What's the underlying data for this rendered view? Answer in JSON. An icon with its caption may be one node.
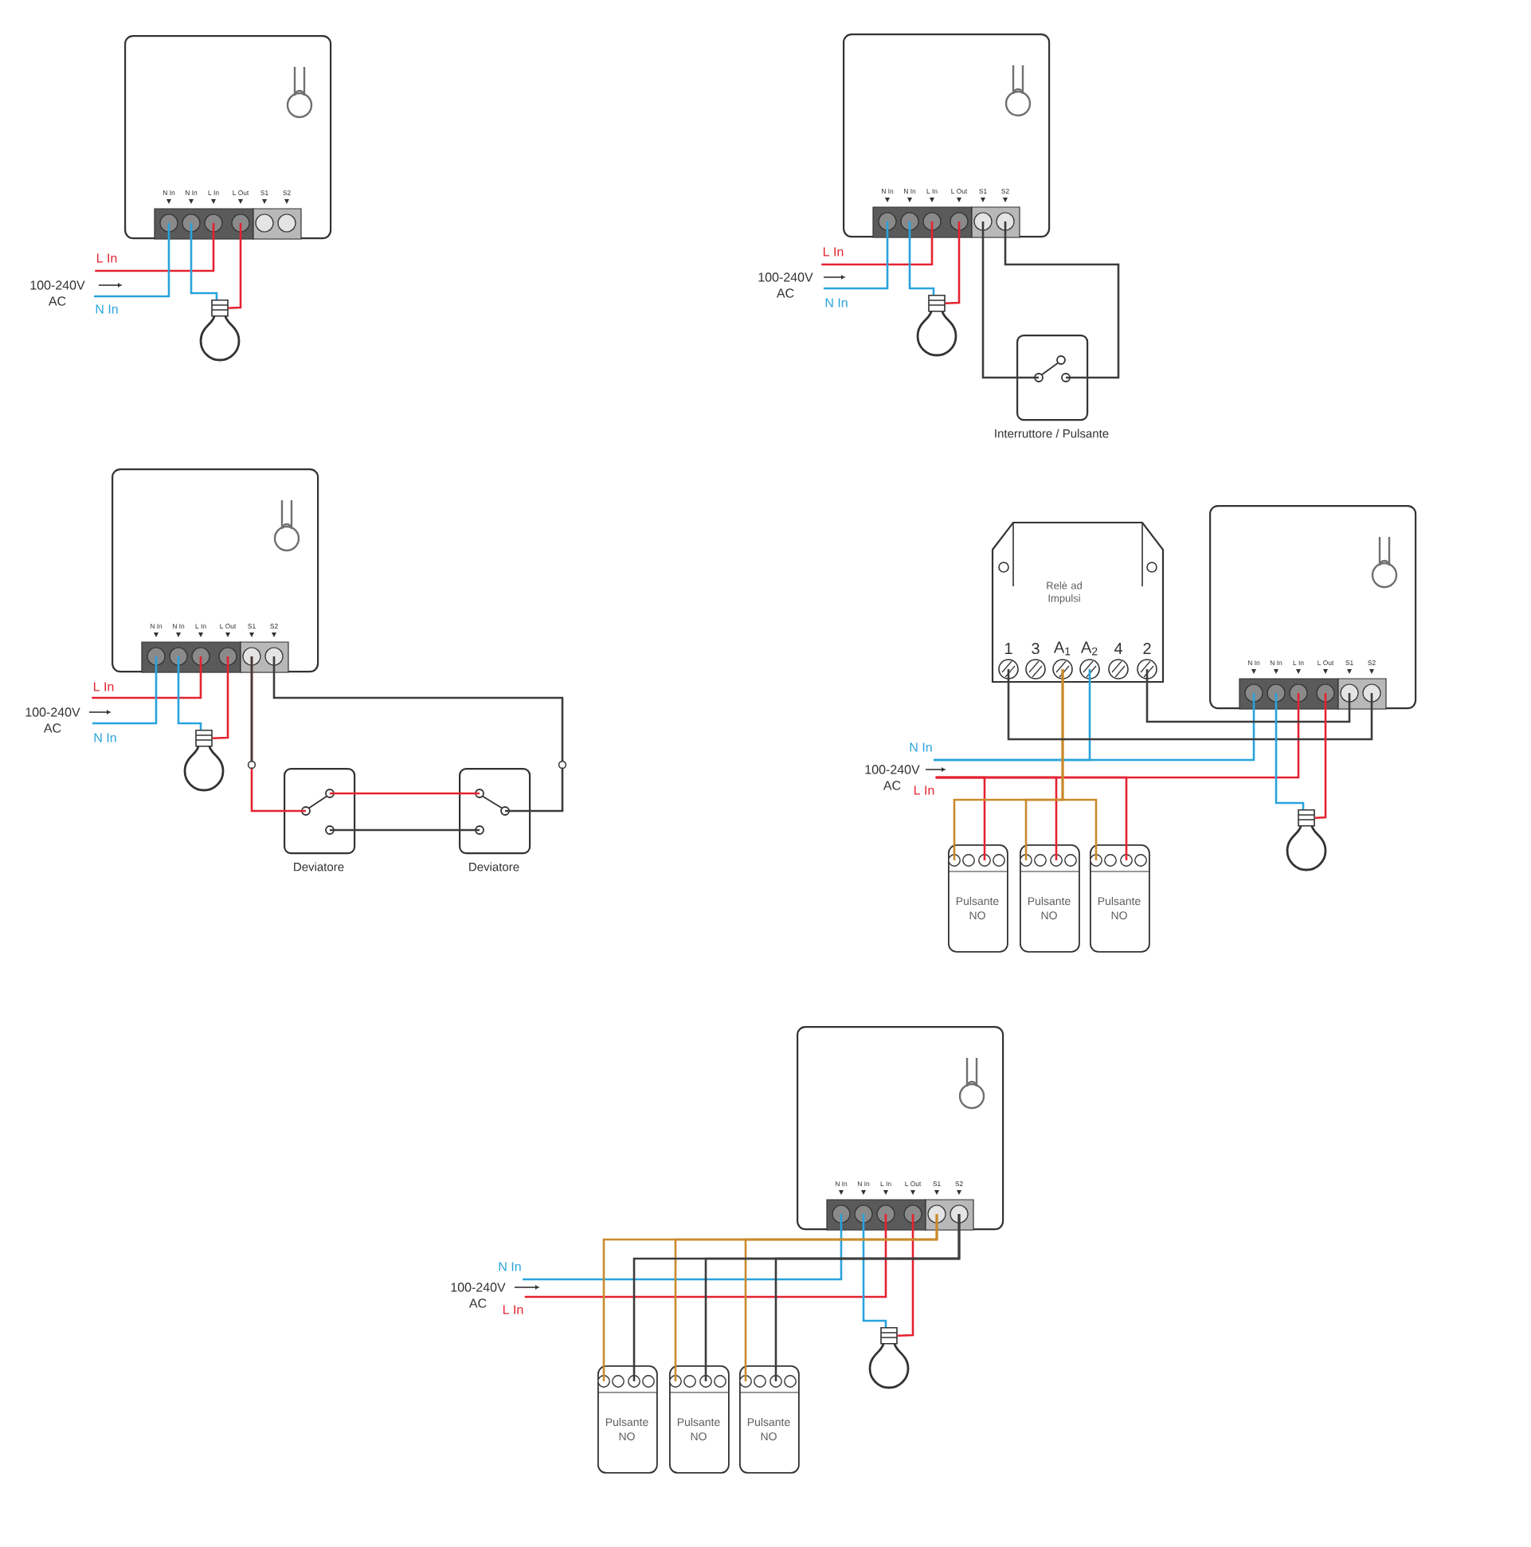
{
  "diagram": {
    "nodes": [
      {
        "text": [
          "N In",
          "N In",
          "L In",
          "L Out",
          "S1",
          "S2"
        ]
      },
      {
        "text": [],
        "shape": "bulb"
      },
      {
        "text": [
          "N In",
          "N In",
          "L In",
          "L Out",
          "S1",
          "S2"
        ]
      },
      {
        "text": [],
        "shape": "bulb"
      },
      {
        "text": [
          "Interruttore / Pulsante"
        ]
      },
      {
        "text": [
          "N In",
          "N In",
          "L In",
          "L Out",
          "S1",
          "S2"
        ]
      },
      {
        "text": [],
        "shape": "bulb"
      },
      {
        "text": [
          "Deviatore"
        ]
      },
      {
        "text": [
          "Deviatore"
        ]
      },
      {
        "text": [
          "Relè ad Impulsi",
          "1",
          "3",
          "A$_{1}$",
          "A$_{2}$",
          "4",
          "2"
        ]
      },
      {
        "text": [
          "N In",
          "N In",
          "L In",
          "L Out",
          "S1",
          "S2"
        ]
      },
      {
        "text": [],
        "shape": "bulb"
      },
      {
        "text": [
          "Pulsante NO"
        ]
      },
      {
        "text": [
          "Pulsante NO"
        ]
      },
      {
        "text": [
          "Pulsante NO"
        ]
      },
      {
        "text": [
          "N In",
          "N In",
          "L In",
          "L Out",
          "S1",
          "S2"
        ]
      },
      {
        "text": [],
        "shape": "bulb"
      },
      {
        "text": [
          "Pulsante NO"
        ]
      },
      {
        "text": [
          "Pulsante NO"
        ]
      },
      {
        "text": [
          "Pulsante NO"
        ]
      },
      {
        "text": [
          "L In"
        ]
      },
      {
        "text": [
          "N In"
        ]
      },
      {
        "text": [
          "L In"
        ]
      },
      {
        "text": [
          "N In"
        ]
      },
      {
        "text": [
          "L In"
        ]
      },
      {
        "text": [
          "N In"
        ]
      },
      {
        "text": [
          "N In"
        ]
      },
      {
        "text": [
          "L In"
        ]
      },
      {
        "text": [
          "N In"
        ]
      },
      {
        "text": [
          "L In"
        ]
      }
    ],
    "edges": [
      {
        "from": 20,
        "to": 0,
        "arrow": "none"
      },
      {
        "from": 21,
        "to": 0,
        "arrow": "none",
        "color": "#29a3dd"
      },
      {
        "from": 0,
        "to": 1,
        "arrow": "none",
        "color": "#29a3dd"
      },
      {
        "from": 0,
        "to": 1,
        "arrow": "none"
      },
      {
        "from": 22,
        "to": 2,
        "arrow": "none"
      },
      {
        "from": 23,
        "to": 2,
        "arrow": "none",
        "color": "#29a3dd"
      },
      {
        "from": 2,
        "to": 3,
        "arrow": "none",
        "color": "#29a3dd"
      },
      {
        "from": 2,
        "to": 3,
        "arrow": "none"
      },
      {
        "from": 2,
        "to": 4,
        "arrow": "none",
        "color": "#3c3c3c"
      },
      {
        "from": 2,
        "to": 4,
        "arrow": "none",
        "color": "#3c3c3c"
      },
      {
        "from": 24,
        "to": 5,
        "arrow": "none"
      },
      {
        "from": 25,
        "to": 5,
        "arrow": "none",
        "color": "#29a3dd"
      },
      {
        "from": 5,
        "to": 6,
        "arrow": "none",
        "color": "#29a3dd"
      },
      {
        "from": 5,
        "to": 6,
        "arrow": "none"
      },
      {
        "from": 5,
        "to": 7,
        "arrow": "none"
      },
      {
        "from": 5,
        "to": 8,
        "arrow": "none",
        "color": "#3c3c3c"
      },
      {
        "from": 7,
        "to": 8,
        "arrow": "none"
      },
      {
        "from": 7,
        "to": 8,
        "arrow": "none",
        "color": "#3c3c3c"
      },
      {
        "from": 26,
        "to": 10,
        "arrow": "none",
        "color": "#29a3dd"
      },
      {
        "from": 26,
        "to": 9,
        "arrow": "none",
        "color": "#29a3dd"
      },
      {
        "from": 27,
        "to": 10,
        "arrow": "none"
      },
      {
        "from": 27,
        "to": 12,
        "arrow": "none"
      },
      {
        "from": 27,
        "to": 13,
        "arrow": "none"
      },
      {
        "from": 27,
        "to": 14,
        "arrow": "none"
      },
      {
        "from": 9,
        "to": 12,
        "arrow": "none",
        "color": "#c98a2c"
      },
      {
        "from": 9,
        "to": 13,
        "arrow": "none",
        "color": "#c98a2c"
      },
      {
        "from": 9,
        "to": 14,
        "arrow": "none",
        "color": "#c98a2c"
      },
      {
        "from": 9,
        "to": 10,
        "arrow": "none",
        "color": "#3c3c3c"
      },
      {
        "from": 9,
        "to": 10,
        "arrow": "none",
        "color": "#3c3c3c"
      },
      {
        "from": 10,
        "to": 11,
        "arrow": "none",
        "color": "#29a3dd"
      },
      {
        "from": 10,
        "to": 11,
        "arrow": "none"
      },
      {
        "from": 28,
        "to": 15,
        "arrow": "none",
        "color": "#29a3dd"
      },
      {
        "from": 29,
        "to": 15,
        "arrow": "none"
      },
      {
        "from": 15,
        "to": 16,
        "arrow": "none",
        "color": "#29a3dd"
      },
      {
        "from": 15,
        "to": 16,
        "arrow": "none"
      },
      {
        "from": 15,
        "to": 17,
        "arrow": "none",
        "color": "#c98a2c"
      },
      {
        "from": 15,
        "to": 18,
        "arrow": "none",
        "color": "#c98a2c"
      },
      {
        "from": 15,
        "to": 19,
        "arrow": "none",
        "color": "#c98a2c"
      },
      {
        "from": 15,
        "to": 17,
        "arrow": "none",
        "color": "#3c3c3c"
      },
      {
        "from": 15,
        "to": 18,
        "arrow": "none",
        "color": "#3c3c3c"
      },
      {
        "from": 15,
        "to": 19,
        "arrow": "none",
        "color": "#3c3c3c"
      }
    ],
    "labels": [
      "100-240V AC",
      "100-240V AC",
      "100-240V AC",
      "100-240V AC",
      "100-240V AC"
    ]
  }
}
